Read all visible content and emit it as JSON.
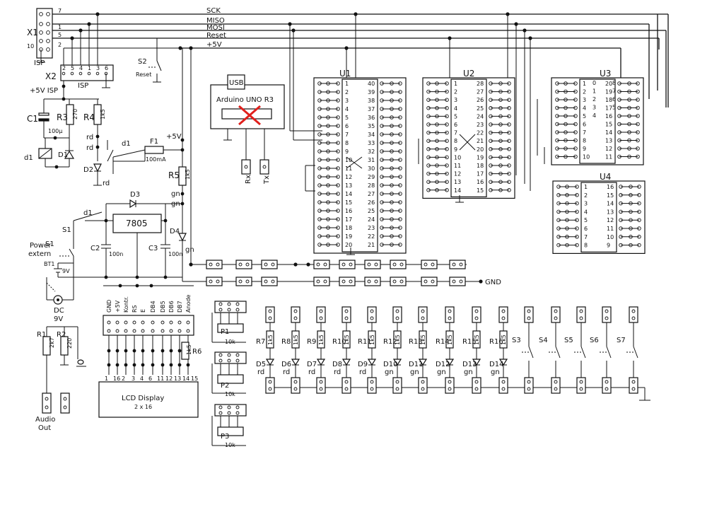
{
  "buses": [
    "SCK",
    "MISO",
    "MOSI",
    "Reset",
    "+5V"
  ],
  "x1": {
    "label": "X1",
    "pin_numbers": [
      "7",
      "1",
      "5",
      "2"
    ],
    "pin10": "10",
    "isp": "ISP"
  },
  "x2": {
    "label": "X2",
    "pins": [
      "2",
      "5",
      "4",
      "1",
      "3",
      "6"
    ],
    "isp": "ISP"
  },
  "labels": {
    "s2": "S2",
    "reset_sw": "Reset",
    "isp5v": "+5V ISP",
    "c1": "C1",
    "c1v": "100µ",
    "r3": "R3",
    "r3v": "270",
    "r4": "R4",
    "r4v": "1k5",
    "rd1": "rd",
    "rd2": "rd",
    "d1": "d1",
    "d1b": "D1",
    "d1rel": "d1",
    "d2": "D2",
    "d2c": "rd",
    "f1": "F1",
    "f1v": "100mA",
    "v5": "+5V",
    "r5": "R5",
    "r5v": "1k5",
    "gn1": "gn",
    "gn2": "gn",
    "d3": "D3",
    "reg": "7805",
    "d1sw": "d1",
    "s1": "S1",
    "s1b": "S1",
    "power": "Power",
    "extern": "extern",
    "bt1": "BT1",
    "bt1v": "9V",
    "c2": "C2",
    "c2v": "100n",
    "c3": "C3",
    "c3v": "100n",
    "d4": "D4",
    "d4c": "gn",
    "dc": "DC",
    "dcv": "9V",
    "r1": "R1",
    "r1v": "2k7",
    "r2": "R2",
    "r2v": "220",
    "audio": "Audio",
    "out": "Out",
    "r6": "R6",
    "r6v": "1k5",
    "lcd": "LCD Display",
    "lcd2": "2 x 16",
    "gnd": "GND",
    "usb": "USB",
    "arduino": "Arduino UNO R3",
    "rx": "Rx",
    "tx": "Tx",
    "u1": "U1",
    "u2": "U2",
    "u3": "U3",
    "u4": "U4",
    "p1": "P1",
    "p1v": "10k",
    "p2": "P2",
    "p2v": "10k",
    "p3": "P3",
    "p3v": "10k"
  },
  "lcd_top": [
    "GND",
    "+5V",
    "Kontr.",
    "RS",
    "E",
    "DB4",
    "DB5",
    "DB6",
    "DB7",
    "Anode"
  ],
  "lcd_bottom": [
    "1",
    "16",
    "2",
    "3",
    "4",
    "6",
    "11",
    "12",
    "13",
    "14",
    "15"
  ],
  "u1_left": [
    "1",
    "2",
    "3",
    "4",
    "5",
    "6",
    "7",
    "8",
    "9",
    "10",
    "11",
    "12",
    "13",
    "14",
    "15",
    "16",
    "17",
    "18",
    "19",
    "20"
  ],
  "u1_right": [
    "40",
    "39",
    "38",
    "37",
    "36",
    "35",
    "34",
    "33",
    "32",
    "31",
    "30",
    "29",
    "28",
    "27",
    "26",
    "25",
    "24",
    "23",
    "22",
    "21"
  ],
  "u2_left": [
    "1",
    "2",
    "3",
    "4",
    "5",
    "6",
    "7",
    "8",
    "9",
    "10",
    "11",
    "12",
    "13",
    "14"
  ],
  "u2_right": [
    "28",
    "27",
    "26",
    "25",
    "24",
    "23",
    "22",
    "21",
    "20",
    "19",
    "18",
    "17",
    "16",
    "15"
  ],
  "u3_left": [
    "1",
    "2",
    "3",
    "4",
    "5",
    "6",
    "7",
    "8",
    "9",
    "10"
  ],
  "u3_right": [
    "20",
    "19",
    "18",
    "17",
    "16",
    "15",
    "14",
    "13",
    "12",
    "11"
  ],
  "u3_mid_left": [
    "0",
    "1",
    "2",
    "3",
    "4"
  ],
  "u3_mid_right": [
    "8",
    "7",
    "6",
    "5"
  ],
  "u4_left": [
    "1",
    "2",
    "3",
    "4",
    "5",
    "6",
    "7",
    "8"
  ],
  "u4_right": [
    "16",
    "15",
    "14",
    "13",
    "12",
    "11",
    "10",
    "9"
  ],
  "resistors": [
    {
      "r": "R7",
      "v": "1k5",
      "d": "D5",
      "c": "rd"
    },
    {
      "r": "R8",
      "v": "1k5",
      "d": "D6",
      "c": "rd"
    },
    {
      "r": "R9",
      "v": "1k5",
      "d": "D7",
      "c": "rd"
    },
    {
      "r": "R10",
      "v": "1k5",
      "d": "D8",
      "c": "rd"
    },
    {
      "r": "R11",
      "v": "1k5",
      "d": "D9",
      "c": "rd"
    },
    {
      "r": "R12",
      "v": "1k5",
      "d": "D10",
      "c": "gn"
    },
    {
      "r": "R13",
      "v": "1k5",
      "d": "D11",
      "c": "gn"
    },
    {
      "r": "R14",
      "v": "1k5",
      "d": "D12",
      "c": "gn"
    },
    {
      "r": "R15",
      "v": "1k5",
      "d": "D13",
      "c": "gn"
    },
    {
      "r": "R16",
      "v": "1k5",
      "d": "D14",
      "c": "gn"
    }
  ],
  "switches": [
    "S3",
    "S4",
    "S5",
    "S6",
    "S7"
  ],
  "colors": {
    "ink": "#111111",
    "cross": "#e0201c"
  }
}
